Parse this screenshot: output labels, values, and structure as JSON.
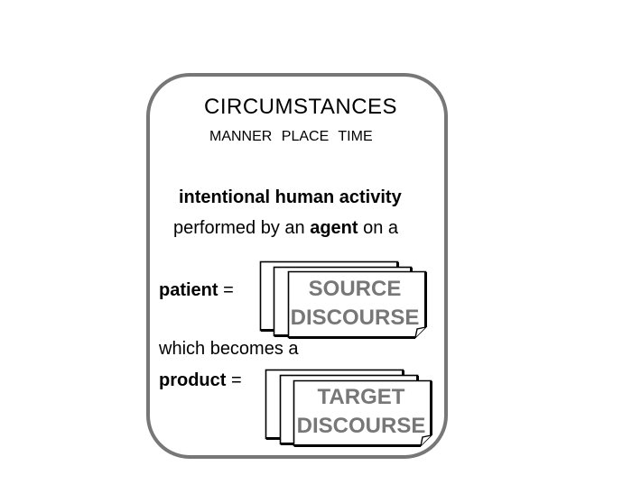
{
  "circumstances": {
    "title": "CIRCUMSTANCES",
    "subtitle": "MANNER   PLACE   TIME"
  },
  "activity": {
    "heading": "intentional human activity",
    "performed_pre": "performed  by an ",
    "performed_agent": "agent",
    "performed_post": " on  a"
  },
  "patient": {
    "label": "patient",
    "equals": " =",
    "doc_line1": "SOURCE",
    "doc_line2": "DISCOURSE"
  },
  "transition": "which becomes a",
  "product": {
    "label": "product",
    "equals": " =",
    "doc_line1": "TARGET",
    "doc_line2": "DISCOURSE"
  },
  "colors": {
    "frame": "#777777",
    "doc_text": "#777777"
  }
}
